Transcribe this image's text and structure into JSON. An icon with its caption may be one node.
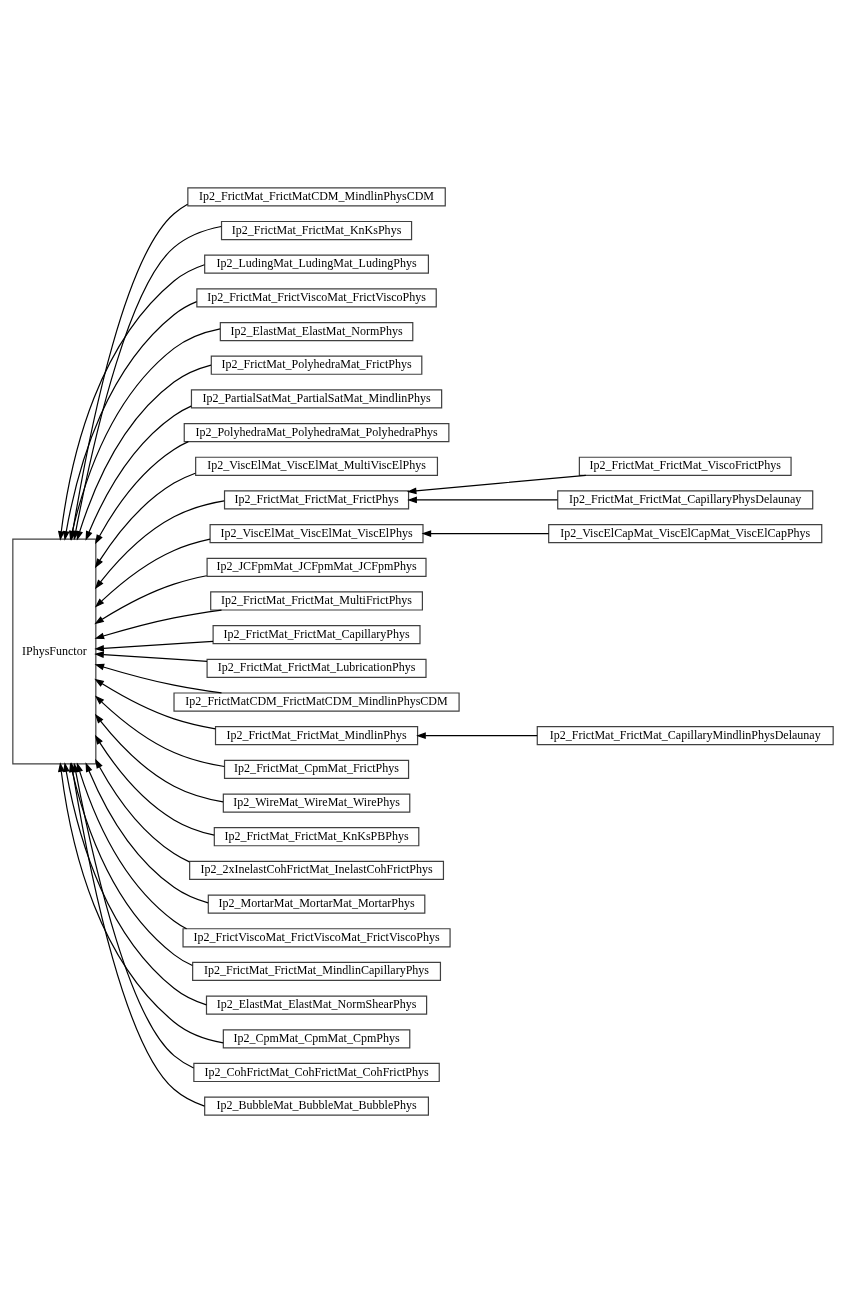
{
  "diagram": {
    "nodes": [
      {
        "text": [
          "IPhysFunctor"
        ]
      },
      {
        "text": [
          "Ip2_FrictMat_FrictMatCDM_MindlinPhysCDM"
        ]
      },
      {
        "text": [
          "Ip2_FrictMat_FrictMat_KnKsPhys"
        ]
      },
      {
        "text": [
          "Ip2_LudingMat_LudingMat_LudingPhys"
        ]
      },
      {
        "text": [
          "Ip2_FrictMat_FrictViscoMat_FrictViscoPhys"
        ]
      },
      {
        "text": [
          "Ip2_ElastMat_ElastMat_NormPhys"
        ]
      },
      {
        "text": [
          "Ip2_FrictMat_PolyhedraMat_FrictPhys"
        ]
      },
      {
        "text": [
          "Ip2_PartialSatMat_PartialSatMat_MindlinPhys"
        ]
      },
      {
        "text": [
          "Ip2_PolyhedraMat_PolyhedraMat_PolyhedraPhys"
        ]
      },
      {
        "text": [
          "Ip2_ViscElMat_ViscElMat_MultiViscElPhys"
        ]
      },
      {
        "text": [
          "Ip2_FrictMat_FrictMat_ViscoFrictPhys"
        ]
      },
      {
        "text": [
          "Ip2_FrictMat_FrictMat_FrictPhys"
        ]
      },
      {
        "text": [
          "Ip2_FrictMat_FrictMat_CapillaryPhysDelaunay"
        ]
      },
      {
        "text": [
          "Ip2_ViscElMat_ViscElMat_ViscElPhys"
        ]
      },
      {
        "text": [
          "Ip2_ViscElCapMat_ViscElCapMat_ViscElCapPhys"
        ]
      },
      {
        "text": [
          "Ip2_JCFpmMat_JCFpmMat_JCFpmPhys"
        ]
      },
      {
        "text": [
          "Ip2_FrictMat_FrictMat_MultiFrictPhys"
        ]
      },
      {
        "text": [
          "Ip2_FrictMat_FrictMat_CapillaryPhys"
        ]
      },
      {
        "text": [
          "Ip2_FrictMat_FrictMat_LubricationPhys"
        ]
      },
      {
        "text": [
          "Ip2_FrictMatCDM_FrictMatCDM_MindlinPhysCDM"
        ]
      },
      {
        "text": [
          "Ip2_FrictMat_FrictMat_MindlinPhys"
        ]
      },
      {
        "text": [
          "Ip2_FrictMat_FrictMat_CapillaryMindlinPhysDelaunay"
        ]
      },
      {
        "text": [
          "Ip2_FrictMat_CpmMat_FrictPhys"
        ]
      },
      {
        "text": [
          "Ip2_WireMat_WireMat_WirePhys"
        ]
      },
      {
        "text": [
          "Ip2_FrictMat_FrictMat_KnKsPBPhys"
        ]
      },
      {
        "text": [
          "Ip2_2xInelastCohFrictMat_InelastCohFrictPhys"
        ]
      },
      {
        "text": [
          "Ip2_MortarMat_MortarMat_MortarPhys"
        ]
      },
      {
        "text": [
          "Ip2_FrictViscoMat_FrictViscoMat_FrictViscoPhys"
        ]
      },
      {
        "text": [
          "Ip2_FrictMat_FrictMat_MindlinCapillaryPhys"
        ]
      },
      {
        "text": [
          "Ip2_ElastMat_ElastMat_NormShearPhys"
        ]
      },
      {
        "text": [
          "Ip2_CpmMat_CpmMat_CpmPhys"
        ]
      },
      {
        "text": [
          "Ip2_CohFrictMat_CohFrictMat_CohFrictPhys"
        ]
      },
      {
        "text": [
          "Ip2_BubbleMat_BubbleMat_BubblePhys"
        ]
      }
    ],
    "edges": [
      {
        "from": 1,
        "to": 0,
        "arrow": "to"
      },
      {
        "from": 2,
        "to": 0,
        "arrow": "to"
      },
      {
        "from": 3,
        "to": 0,
        "arrow": "to"
      },
      {
        "from": 4,
        "to": 0,
        "arrow": "to"
      },
      {
        "from": 5,
        "to": 0,
        "arrow": "to"
      },
      {
        "from": 6,
        "to": 0,
        "arrow": "to"
      },
      {
        "from": 7,
        "to": 0,
        "arrow": "to"
      },
      {
        "from": 8,
        "to": 0,
        "arrow": "to"
      },
      {
        "from": 9,
        "to": 0,
        "arrow": "to"
      },
      {
        "from": 10,
        "to": 11,
        "arrow": "to"
      },
      {
        "from": 11,
        "to": 0,
        "arrow": "to"
      },
      {
        "from": 12,
        "to": 11,
        "arrow": "to"
      },
      {
        "from": 13,
        "to": 0,
        "arrow": "to"
      },
      {
        "from": 14,
        "to": 13,
        "arrow": "to"
      },
      {
        "from": 15,
        "to": 0,
        "arrow": "to"
      },
      {
        "from": 16,
        "to": 0,
        "arrow": "to"
      },
      {
        "from": 17,
        "to": 0,
        "arrow": "to"
      },
      {
        "from": 18,
        "to": 0,
        "arrow": "to"
      },
      {
        "from": 19,
        "to": 0,
        "arrow": "to"
      },
      {
        "from": 20,
        "to": 0,
        "arrow": "to"
      },
      {
        "from": 21,
        "to": 20,
        "arrow": "to"
      },
      {
        "from": 22,
        "to": 0,
        "arrow": "to"
      },
      {
        "from": 23,
        "to": 0,
        "arrow": "to"
      },
      {
        "from": 24,
        "to": 0,
        "arrow": "to"
      },
      {
        "from": 25,
        "to": 0,
        "arrow": "to"
      },
      {
        "from": 26,
        "to": 0,
        "arrow": "to"
      },
      {
        "from": 27,
        "to": 0,
        "arrow": "to"
      },
      {
        "from": 28,
        "to": 0,
        "arrow": "to"
      },
      {
        "from": 29,
        "to": 0,
        "arrow": "to"
      },
      {
        "from": 30,
        "to": 0,
        "arrow": "to"
      },
      {
        "from": 31,
        "to": 0,
        "arrow": "to"
      },
      {
        "from": 32,
        "to": 0,
        "arrow": "to"
      }
    ]
  }
}
